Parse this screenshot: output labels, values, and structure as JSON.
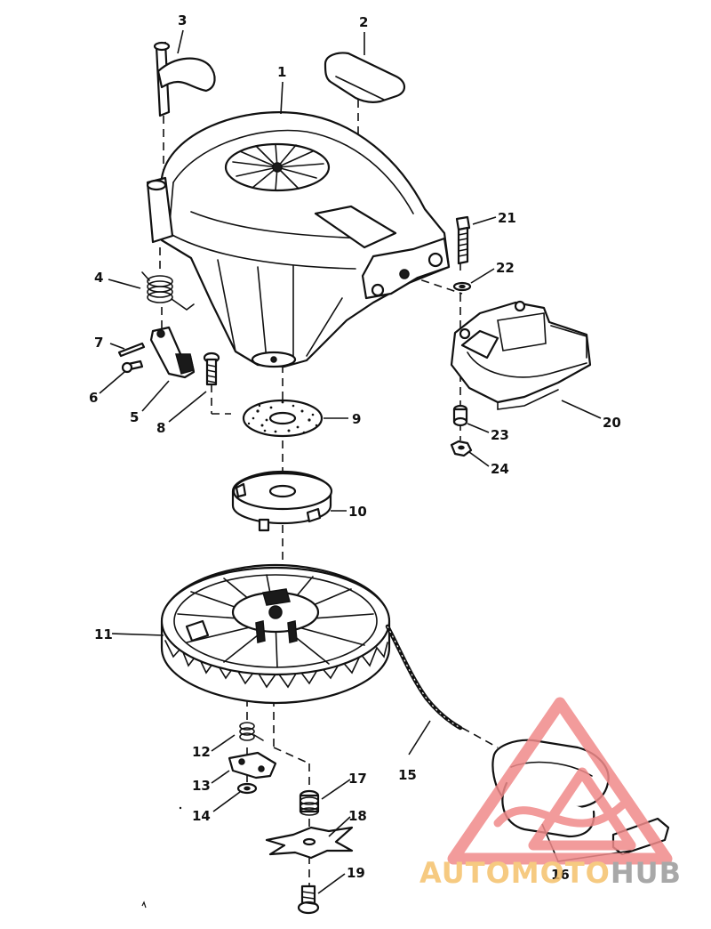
{
  "callouts": {
    "c1": "1",
    "c2": "2",
    "c3": "3",
    "c4": "4",
    "c5": "5",
    "c6": "6",
    "c7": "7",
    "c8": "8",
    "c9": "9",
    "c10": "10",
    "c11": "11",
    "c12": "12",
    "c13": "13",
    "c14": "14",
    "c15": "15",
    "c16": "16",
    "c17": "17",
    "c18": "18",
    "c19": "19",
    "c20": "20",
    "c21": "21",
    "c22": "22",
    "c23": "23",
    "c24": "24"
  },
  "watermark": {
    "text_part1": "AUTOMOTO",
    "text_part2": "HUB",
    "color_primary": "#f08a8a",
    "color_text1": "#f5c16c",
    "color_text2": "#9a9a9a"
  }
}
